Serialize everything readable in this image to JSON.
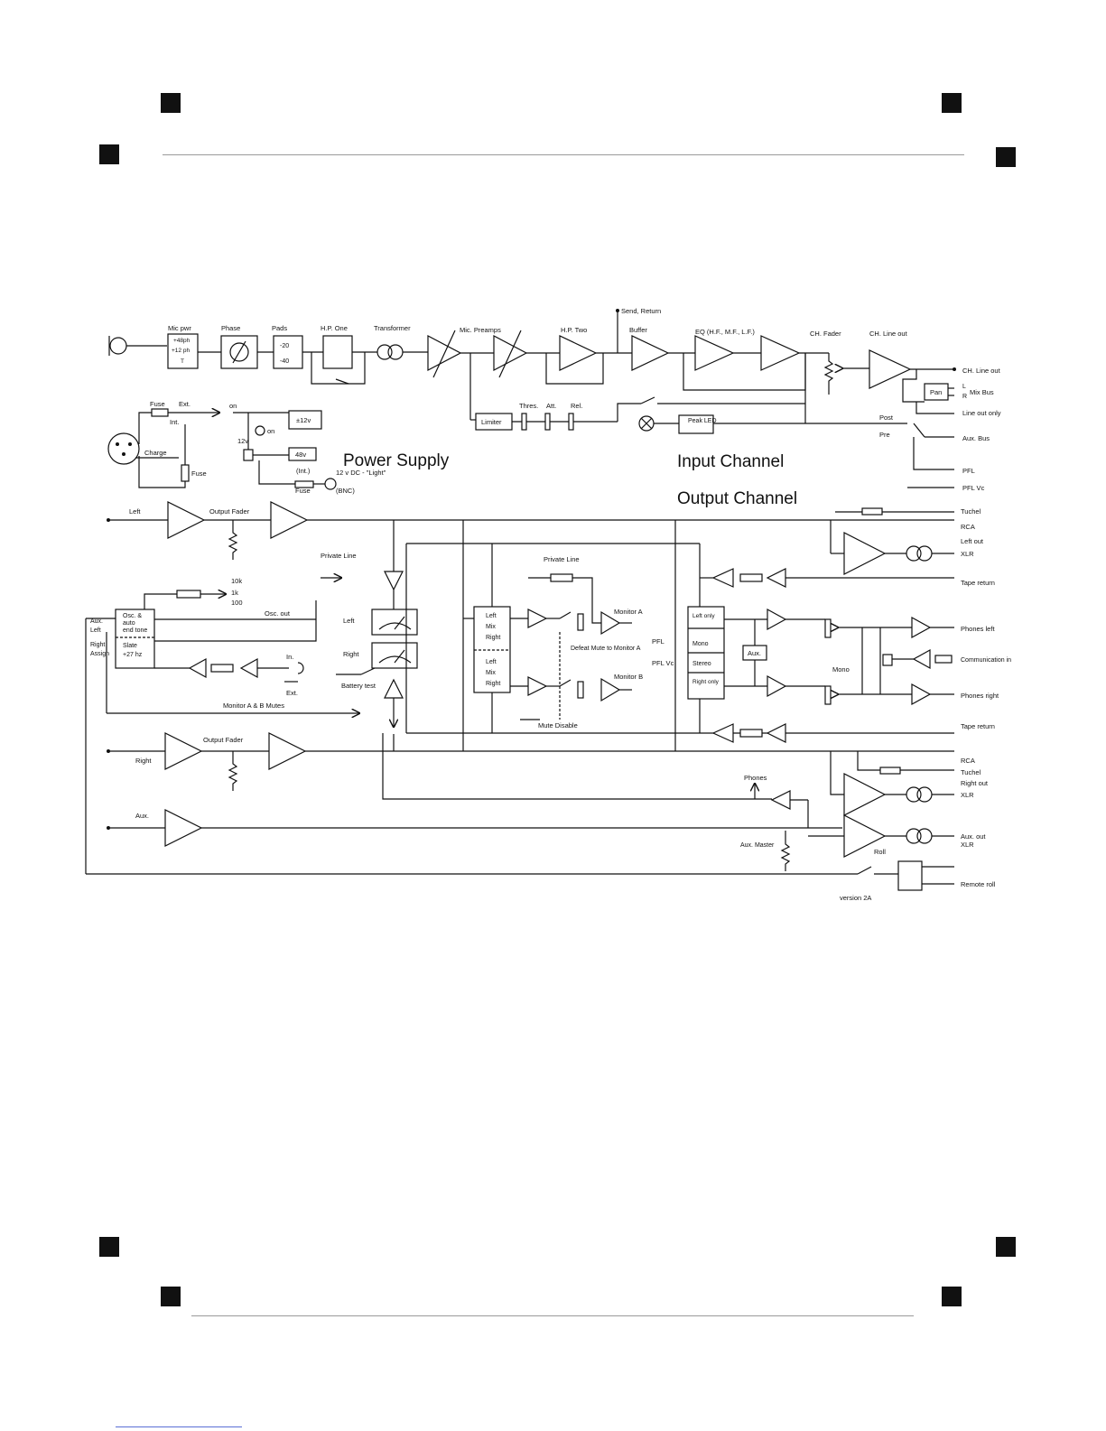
{
  "colors": {
    "ink": "#111111",
    "rule": "#9a9a9a",
    "accent_line": "#5a6fd6"
  },
  "input": {
    "mic_pwr": "Mic pwr",
    "mic_pwr_opts": [
      "+48ph",
      "+12 ph",
      "T"
    ],
    "phase": "Phase",
    "pads": "Pads",
    "pads_opts": [
      "-20",
      "-40"
    ],
    "hp_one": "H.P. One",
    "transformer": "Transformer",
    "mic_preamps": "Mic. Preamps",
    "hp_two": "H.P. Two",
    "send_return": "Send, Return",
    "buffer": "Buffer",
    "eq": "EQ (H.F., M.F., L.F.)",
    "ch_fader": "CH. Fader",
    "ch_line_out": "CH. Line out",
    "limiter": "Limiter",
    "thres": "Thres.",
    "att": "Att.",
    "rel": "Rel.",
    "peak_led": "Peak\nLED",
    "post": "Post",
    "pre": "Pre",
    "pan": "Pan",
    "L": "L",
    "R": "R",
    "out_ch_line_out": "CH. Line out",
    "out_mix_bus": "Mix Bus",
    "out_line_out_only": "Line out only",
    "out_aux_bus": "Aux. Bus",
    "out_pfl": "PFL",
    "out_pfl_vc": "PFL Vc"
  },
  "power": {
    "fuse": "Fuse",
    "ext": "Ext.",
    "int": "Int.",
    "on1": "on",
    "on2": "on",
    "v12": "±12v",
    "v12b": "12v",
    "v48": "48v",
    "charge": "Charge",
    "fuse2": "Fuse",
    "int2": "(Int.)",
    "fuse3": "Fuse",
    "dc": "12 v DC - \"Light\"",
    "bnc": "(BNC)"
  },
  "titles": {
    "power_supply": "Power Supply",
    "input_channel": "Input Channel",
    "output_channel": "Output Channel"
  },
  "output": {
    "left": "Left",
    "output_fader": "Output Fader",
    "right": "Right",
    "output_fader2": "Output Fader",
    "aux": "Aux.",
    "private_line": "Private\nLine",
    "tuchel": "Tuchel",
    "rca": "RCA",
    "left_out": "Left out",
    "xlr": "XLR",
    "tape_return": "Tape return",
    "range": [
      "10k",
      "1k",
      "100"
    ],
    "osc_out": "Osc. out",
    "osc_box": [
      "Osc. &",
      "auto",
      "end tone"
    ],
    "slate_box": [
      "Slate",
      "+27 hz"
    ],
    "assign": [
      "Aux.",
      "Left",
      "Right",
      "Assign"
    ],
    "in": "In.",
    "ext": "Ext.",
    "monitor_mutes": "Monitor A & B Mutes",
    "meter_left": "Left",
    "meter_right": "Right",
    "battery_test": "Battery test",
    "mix1": [
      "Left",
      "Mix",
      "Right"
    ],
    "mix2": [
      "Left",
      "Mix",
      "Right"
    ],
    "private_line2": "Private Line",
    "monitor_a": "Monitor A",
    "defeat_mute": "Defeat Mute to\nMonitor A",
    "monitor_b": "Monitor B",
    "mute_disable": "Mute  Disable",
    "pfl": "PFL",
    "pfl_vc": "PFL\nVc",
    "sel_box": [
      "Left\nonly",
      "Mono",
      "Stereo",
      "Right\nonly"
    ],
    "aux_box": "Aux.",
    "mono": "Mono",
    "phones_left": "Phones left",
    "communication_in": "Communication\nin",
    "phones_right": "Phones right",
    "tape_return2": "Tape return",
    "rca2": "RCA",
    "tuchel2": "Tuchel",
    "right_out": "Right out",
    "xlr2": "XLR",
    "phones": "Phones",
    "aux_master": "Aux.\nMaster",
    "aux_out": "Aux. out",
    "xlr3": "XLR",
    "roll": "Roll",
    "remote_roll": "Remote roll",
    "version": "version  2A"
  }
}
